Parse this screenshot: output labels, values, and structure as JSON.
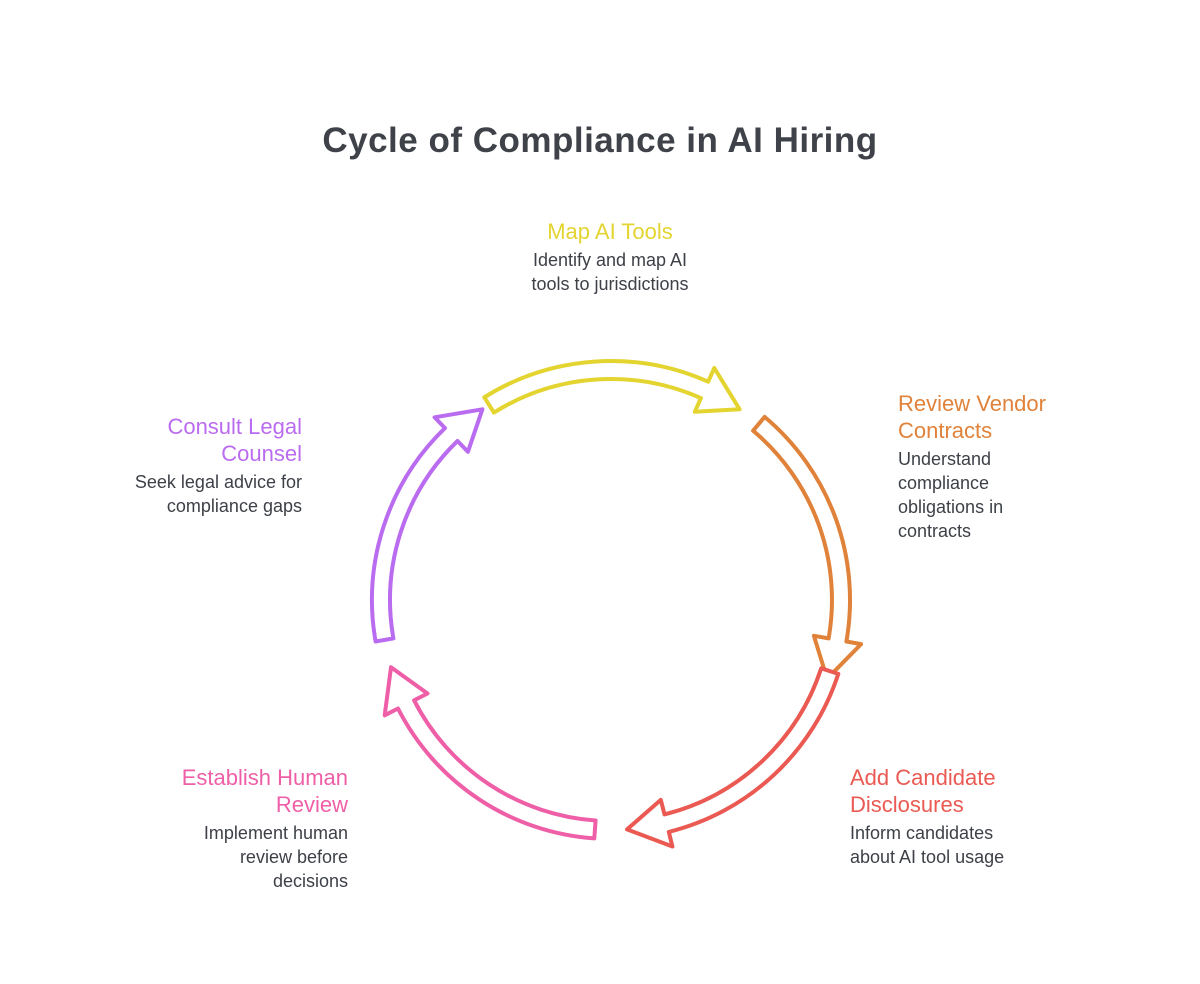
{
  "title": "Cycle of Compliance in AI Hiring",
  "colors": {
    "title_text": "#3f4349",
    "body_text": "#3d4147",
    "background": "#ffffff"
  },
  "stages": [
    {
      "id": "map-ai-tools",
      "label": "Map AI Tools",
      "description": "Identify and map AI\ntools to jurisdictions",
      "color": "#e4d430"
    },
    {
      "id": "review-vendor-contracts",
      "label": "Review Vendor\nContracts",
      "description": "Understand\ncompliance\nobligations in\ncontracts",
      "color": "#e0823a"
    },
    {
      "id": "add-candidate-disclosures",
      "label": "Add Candidate\nDisclosures",
      "description": "Inform candidates\nabout AI tool usage",
      "color": "#ea5a52"
    },
    {
      "id": "establish-human-review",
      "label": "Establish Human\nReview",
      "description": "Implement human\nreview before\ndecisions",
      "color": "#ee5fa7"
    },
    {
      "id": "consult-legal-counsel",
      "label": "Consult Legal\nCounsel",
      "description": "Seek legal advice for\ncompliance gaps",
      "color": "#ba6cf0"
    }
  ]
}
